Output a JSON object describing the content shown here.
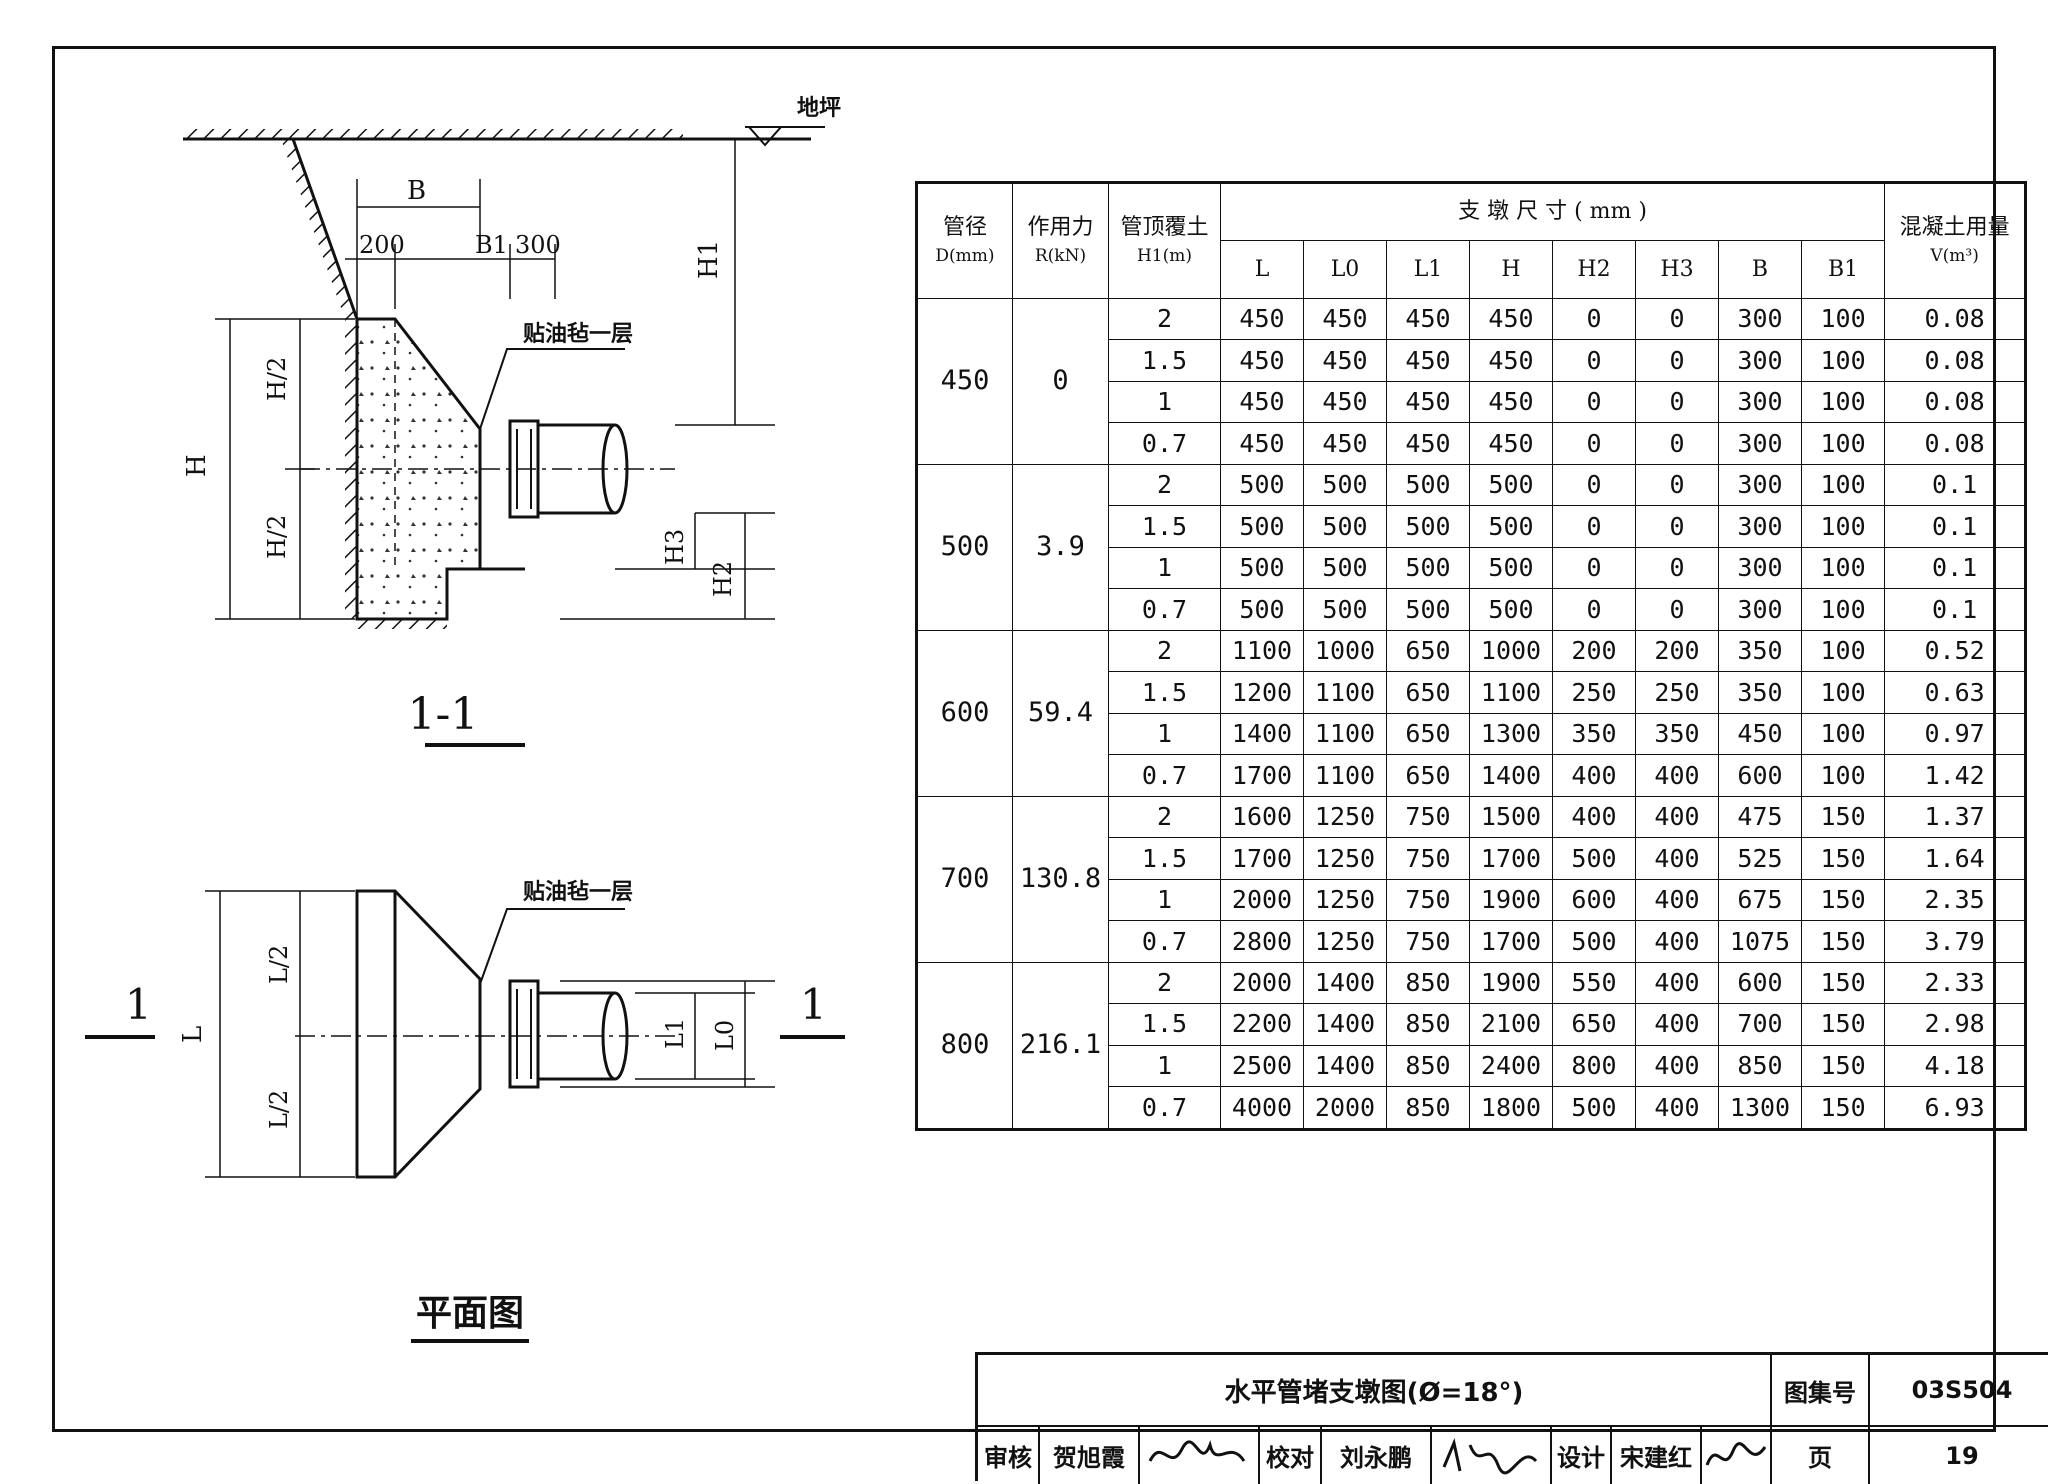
{
  "section_view": {
    "title": "1-1",
    "ground_label": "地坪",
    "felt_label": "贴油毡一层",
    "dims": {
      "b": "B",
      "w200": "200",
      "b1": "B1",
      "w300": "300",
      "h1": "H1",
      "h": "H",
      "h_half_top": "H/2",
      "h_half_bottom": "H/2",
      "h2": "H2",
      "h3": "H3"
    }
  },
  "plan_view": {
    "title": "平面图",
    "felt_label": "贴油毡一层",
    "section_mark_left": "1",
    "section_mark_right": "1",
    "dims": {
      "l": "L",
      "l_half_top": "L/2",
      "l_half_bottom": "L/2",
      "l1": "L1",
      "l0": "L0"
    }
  },
  "table": {
    "headers": {
      "d": {
        "label": "管径",
        "unit": "D(mm)"
      },
      "r": {
        "label": "作用力",
        "unit": "R(kN)"
      },
      "h1": {
        "label": "管顶覆土",
        "unit": "H1(m)"
      },
      "group": "支 墩 尺 寸 ( mm )",
      "v": {
        "label": "混凝土用量",
        "unit": "V(m³)"
      },
      "sub": [
        "L",
        "L0",
        "L1",
        "H",
        "H2",
        "H3",
        "B",
        "B1"
      ]
    },
    "groups": [
      {
        "d": "450",
        "r": "0",
        "rows": [
          [
            "2",
            "450",
            "450",
            "450",
            "450",
            "0",
            "0",
            "300",
            "100",
            "0.08"
          ],
          [
            "1.5",
            "450",
            "450",
            "450",
            "450",
            "0",
            "0",
            "300",
            "100",
            "0.08"
          ],
          [
            "1",
            "450",
            "450",
            "450",
            "450",
            "0",
            "0",
            "300",
            "100",
            "0.08"
          ],
          [
            "0.7",
            "450",
            "450",
            "450",
            "450",
            "0",
            "0",
            "300",
            "100",
            "0.08"
          ]
        ]
      },
      {
        "d": "500",
        "r": "3.9",
        "rows": [
          [
            "2",
            "500",
            "500",
            "500",
            "500",
            "0",
            "0",
            "300",
            "100",
            "0.1"
          ],
          [
            "1.5",
            "500",
            "500",
            "500",
            "500",
            "0",
            "0",
            "300",
            "100",
            "0.1"
          ],
          [
            "1",
            "500",
            "500",
            "500",
            "500",
            "0",
            "0",
            "300",
            "100",
            "0.1"
          ],
          [
            "0.7",
            "500",
            "500",
            "500",
            "500",
            "0",
            "0",
            "300",
            "100",
            "0.1"
          ]
        ]
      },
      {
        "d": "600",
        "r": "59.4",
        "rows": [
          [
            "2",
            "1100",
            "1000",
            "650",
            "1000",
            "200",
            "200",
            "350",
            "100",
            "0.52"
          ],
          [
            "1.5",
            "1200",
            "1100",
            "650",
            "1100",
            "250",
            "250",
            "350",
            "100",
            "0.63"
          ],
          [
            "1",
            "1400",
            "1100",
            "650",
            "1300",
            "350",
            "350",
            "450",
            "100",
            "0.97"
          ],
          [
            "0.7",
            "1700",
            "1100",
            "650",
            "1400",
            "400",
            "400",
            "600",
            "100",
            "1.42"
          ]
        ]
      },
      {
        "d": "700",
        "r": "130.8",
        "rows": [
          [
            "2",
            "1600",
            "1250",
            "750",
            "1500",
            "400",
            "400",
            "475",
            "150",
            "1.37"
          ],
          [
            "1.5",
            "1700",
            "1250",
            "750",
            "1700",
            "500",
            "400",
            "525",
            "150",
            "1.64"
          ],
          [
            "1",
            "2000",
            "1250",
            "750",
            "1900",
            "600",
            "400",
            "675",
            "150",
            "2.35"
          ],
          [
            "0.7",
            "2800",
            "1250",
            "750",
            "1700",
            "500",
            "400",
            "1075",
            "150",
            "3.79"
          ]
        ]
      },
      {
        "d": "800",
        "r": "216.1",
        "rows": [
          [
            "2",
            "2000",
            "1400",
            "850",
            "1900",
            "550",
            "400",
            "600",
            "150",
            "2.33"
          ],
          [
            "1.5",
            "2200",
            "1400",
            "850",
            "2100",
            "650",
            "400",
            "700",
            "150",
            "2.98"
          ],
          [
            "1",
            "2500",
            "1400",
            "850",
            "2400",
            "800",
            "400",
            "850",
            "150",
            "4.18"
          ],
          [
            "0.7",
            "4000",
            "2000",
            "850",
            "1800",
            "500",
            "400",
            "1300",
            "150",
            "6.93"
          ]
        ]
      }
    ]
  },
  "title_block": {
    "drawing_title": "水平管堵支墩图(Ø=18°)",
    "atlas_label": "图集号",
    "atlas_no": "03S504",
    "review_label": "审核",
    "reviewer": "贺旭霞",
    "reviewer_sig": "贺旭霞",
    "check_label": "校对",
    "checker": "刘永鹏",
    "checker_sig": "刘永鹏",
    "design_label": "设计",
    "designer": "宋建红",
    "designer_sig": "宋建红",
    "page_label": "页",
    "page_no": "19"
  }
}
